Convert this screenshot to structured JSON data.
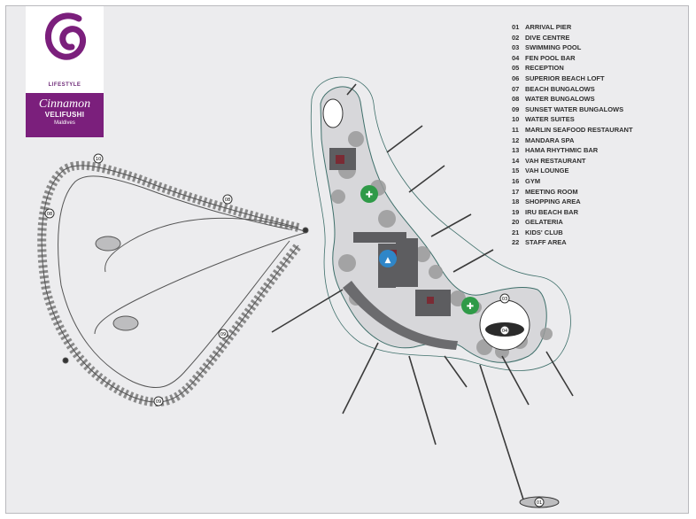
{
  "logo": {
    "tagline": "LIFESTYLE",
    "brand": "Cinnamon",
    "resort": "VELIFUSHI",
    "country": "Maldives",
    "accent": "#7b1f7c"
  },
  "legend": [
    {
      "num": "01",
      "label": "ARRIVAL PIER"
    },
    {
      "num": "02",
      "label": "DIVE CENTRE"
    },
    {
      "num": "03",
      "label": "SWIMMING POOL"
    },
    {
      "num": "04",
      "label": "FEN POOL BAR"
    },
    {
      "num": "05",
      "label": "RECEPTION"
    },
    {
      "num": "06",
      "label": "SUPERIOR BEACH LOFT"
    },
    {
      "num": "07",
      "label": "BEACH BUNGALOWS"
    },
    {
      "num": "08",
      "label": "WATER BUNGALOWS"
    },
    {
      "num": "09",
      "label": "SUNSET WATER BUNGALOWS"
    },
    {
      "num": "10",
      "label": "WATER SUITES"
    },
    {
      "num": "11",
      "label": "MARLIN SEAFOOD RESTAURANT"
    },
    {
      "num": "12",
      "label": "MANDARA SPA"
    },
    {
      "num": "13",
      "label": "HAMA RHYTHMIC BAR"
    },
    {
      "num": "14",
      "label": "VAH RESTAURANT"
    },
    {
      "num": "15",
      "label": "VAH LOUNGE"
    },
    {
      "num": "16",
      "label": "GYM"
    },
    {
      "num": "17",
      "label": "MEETING ROOM"
    },
    {
      "num": "18",
      "label": "SHOPPING AREA"
    },
    {
      "num": "19",
      "label": "IRU BEACH BAR"
    },
    {
      "num": "20",
      "label": "GELATERIA"
    },
    {
      "num": "21",
      "label": "KIDS' CLUB"
    },
    {
      "num": "22",
      "label": "STAFF AREA"
    }
  ],
  "map_markers": [
    "10",
    "08",
    "09",
    "08",
    "09",
    "03",
    "04",
    "01"
  ],
  "colors": {
    "land": "#d7d7da",
    "outline": "#3e6f6a",
    "vegetation": "#9b9b9b",
    "building": "#5d5d60",
    "highlight": "#7a2b34",
    "pin_green": "#2f9a48",
    "pin_blue": "#2f86c8"
  }
}
